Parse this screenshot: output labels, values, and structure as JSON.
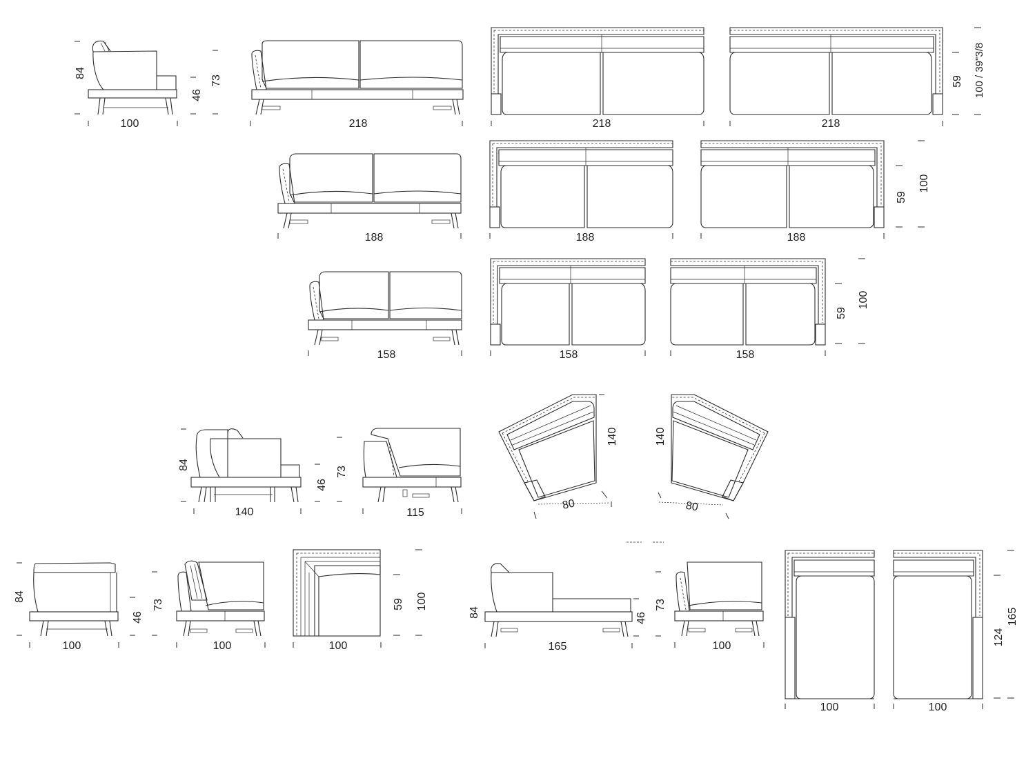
{
  "row1": {
    "side_armchair": {
      "width": "100",
      "height": "84",
      "seat": "46"
    },
    "side_sofa": {
      "height": "73",
      "width": "218"
    },
    "plan_left": {
      "width": "218"
    },
    "plan_right": {
      "width": "218",
      "seat_depth": "59",
      "depth": "100 / 39\"3/8"
    }
  },
  "row2": {
    "side_sofa": {
      "width": "188"
    },
    "plan_left": {
      "width": "188"
    },
    "plan_right": {
      "width": "188",
      "seat_depth": "59",
      "depth": "100"
    }
  },
  "row3": {
    "side_sofa": {
      "width": "158"
    },
    "plan_left": {
      "width": "158"
    },
    "plan_right": {
      "width": "158",
      "seat_depth": "59",
      "depth": "100"
    }
  },
  "row4": {
    "side_corner": {
      "height": "84",
      "width": "140",
      "seat": "46"
    },
    "front_corner": {
      "height": "73",
      "width": "115"
    },
    "plan_angled_left": {
      "depth": "140",
      "width": "80"
    },
    "plan_angled_right": {
      "depth": "140",
      "width": "80"
    }
  },
  "row5": {
    "side_module": {
      "height": "84",
      "width": "100"
    },
    "front_module": {
      "seat": "46",
      "height": "73",
      "width": "100"
    },
    "plan_square": {
      "width": "100",
      "seat_depth": "59",
      "depth": "100"
    },
    "side_chaise": {
      "height": "84",
      "width": "165"
    },
    "front_chaise": {
      "seat": "46",
      "height": "73",
      "width": "100"
    },
    "plan_chaise_left": {
      "width": "100"
    },
    "plan_chaise_right": {
      "width": "100",
      "seat_depth": "124",
      "depth": "165"
    }
  }
}
